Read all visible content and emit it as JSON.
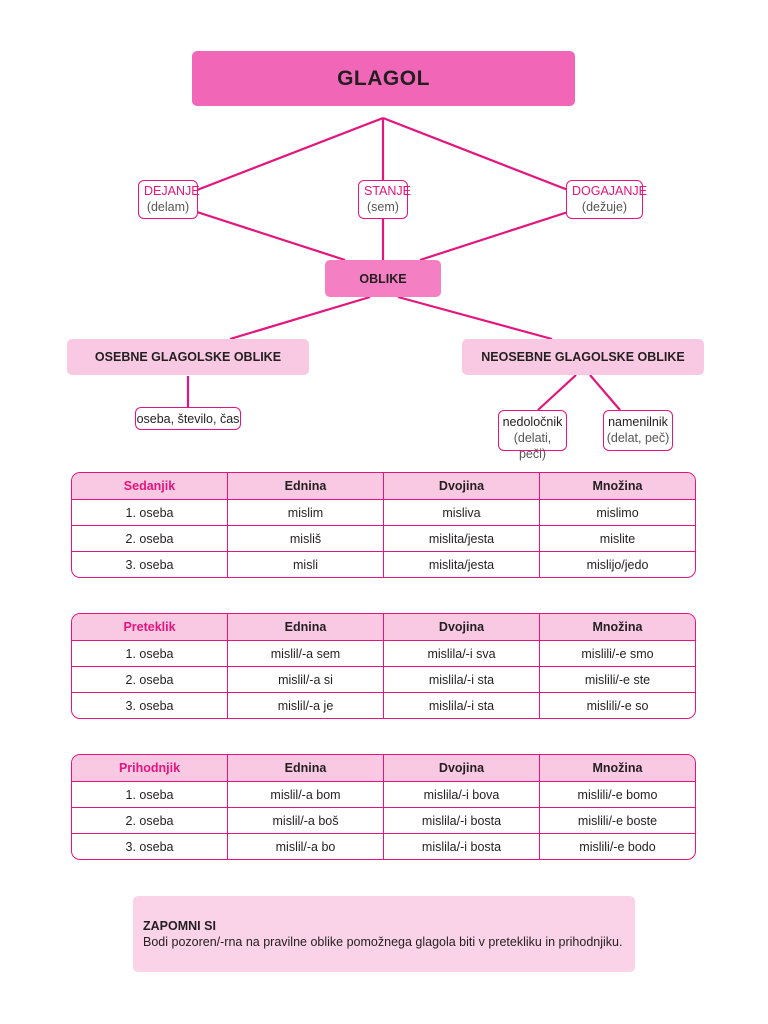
{
  "title": "GLAGOL",
  "meanings": [
    {
      "label": "DEJANJE",
      "example": "(delam)"
    },
    {
      "label": "STANJE",
      "example": "(sem)"
    },
    {
      "label": "DOGAJANJE",
      "example": "(dežuje)"
    }
  ],
  "forms_label": "OBLIKE",
  "personal": {
    "label": "OSEBNE GLAGOLSKE OBLIKE",
    "detail": "oseba, število, čas"
  },
  "impersonal": {
    "label": "NEOSEBNE GLAGOLSKE OBLIKE",
    "items": [
      {
        "label": "nedoločnik",
        "example": "(delati, peči)"
      },
      {
        "label": "namenilnik",
        "example": "(delat, peč)"
      }
    ]
  },
  "tables": [
    {
      "header": [
        "Sedanjik",
        "Ednina",
        "Dvojina",
        "Množina"
      ],
      "rows": [
        [
          "1. oseba",
          "mislim",
          "misliva",
          "mislimo"
        ],
        [
          "2. oseba",
          "misliš",
          "mislita/jesta",
          "mislite"
        ],
        [
          "3. oseba",
          "misli",
          "mislita/jesta",
          "mislijo/jedo"
        ]
      ]
    },
    {
      "header": [
        "Preteklik",
        "Ednina",
        "Dvojina",
        "Množina"
      ],
      "rows": [
        [
          "1. oseba",
          "mislil/-a sem",
          "mislila/-i sva",
          "mislili/-e smo"
        ],
        [
          "2. oseba",
          "mislil/-a si",
          "mislila/-i sta",
          "mislili/-e ste"
        ],
        [
          "3. oseba",
          "mislil/-a je",
          "mislila/-i sta",
          "mislili/-e so"
        ]
      ]
    },
    {
      "header": [
        "Prihodnjik",
        "Ednina",
        "Dvojina",
        "Množina"
      ],
      "rows": [
        [
          "1. oseba",
          "mislil/-a bom",
          "mislila/-i bova",
          "mislili/-e bomo"
        ],
        [
          "2. oseba",
          "mislil/-a boš",
          "mislila/-i bosta",
          "mislili/-e boste"
        ],
        [
          "3. oseba",
          "mislil/-a bo",
          "mislila/-i bosta",
          "mislili/-e bodo"
        ]
      ]
    }
  ],
  "note": {
    "title": "ZAPOMNI SI",
    "text": "Bodi pozoren/-rna na pravilne oblike pomožnega glagola biti v pretekliku in prihodnjiku."
  },
  "colors": {
    "accent": "#e4157d",
    "title_fill": "#f266b8",
    "forms_fill": "#f47fc2",
    "light_fill": "#f9c9e3"
  }
}
